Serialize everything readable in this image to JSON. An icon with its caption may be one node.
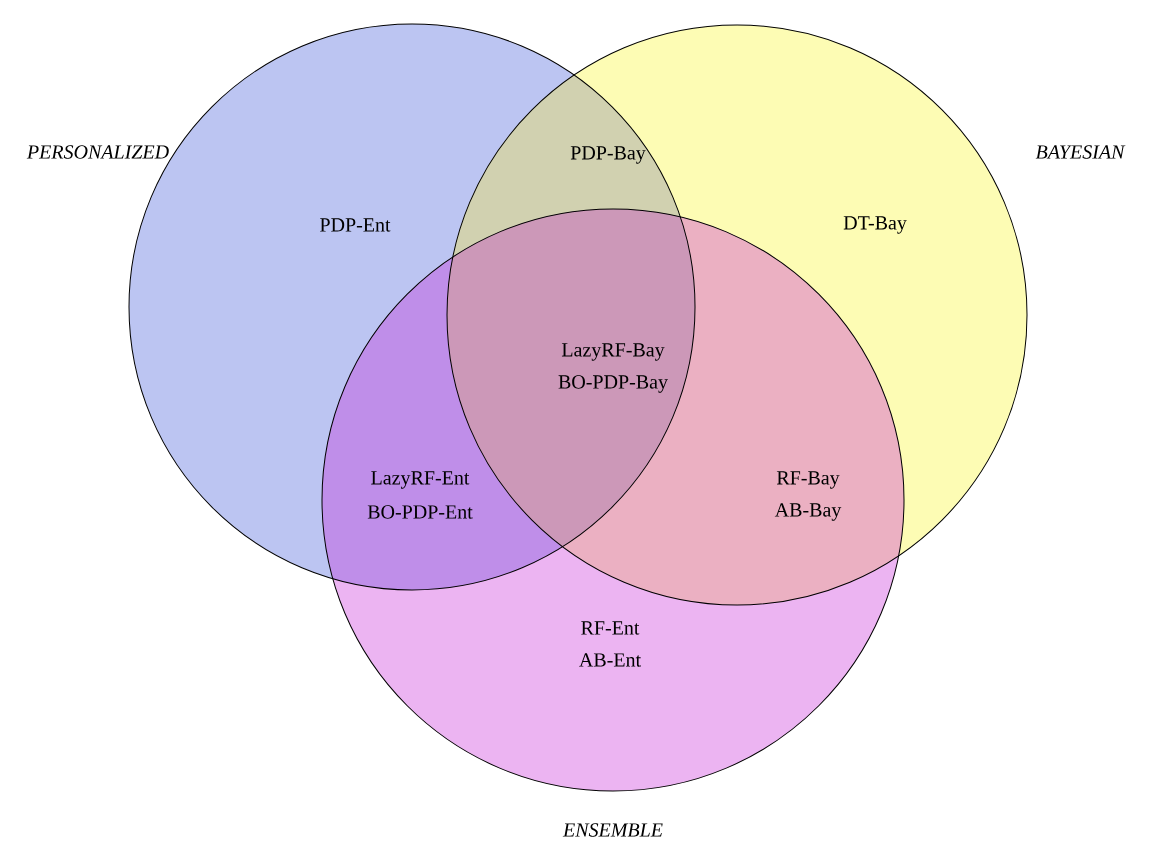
{
  "diagram": {
    "nodes": [
      {
        "text": [
          "PERSONALIZED"
        ]
      },
      {
        "text": [
          "BAYESIAN"
        ]
      },
      {
        "text": [
          "ENSEMBLE"
        ]
      }
    ],
    "labels": [
      "PDP-Bay",
      "PDP-Ent",
      "DT-Bay",
      "LazyRF-Bay",
      "BO-PDP-Bay",
      "LazyRF-Ent",
      "BO-PDP-Ent",
      "RF-Bay",
      "AB-Bay",
      "RF-Ent",
      "AB-Ent"
    ]
  }
}
